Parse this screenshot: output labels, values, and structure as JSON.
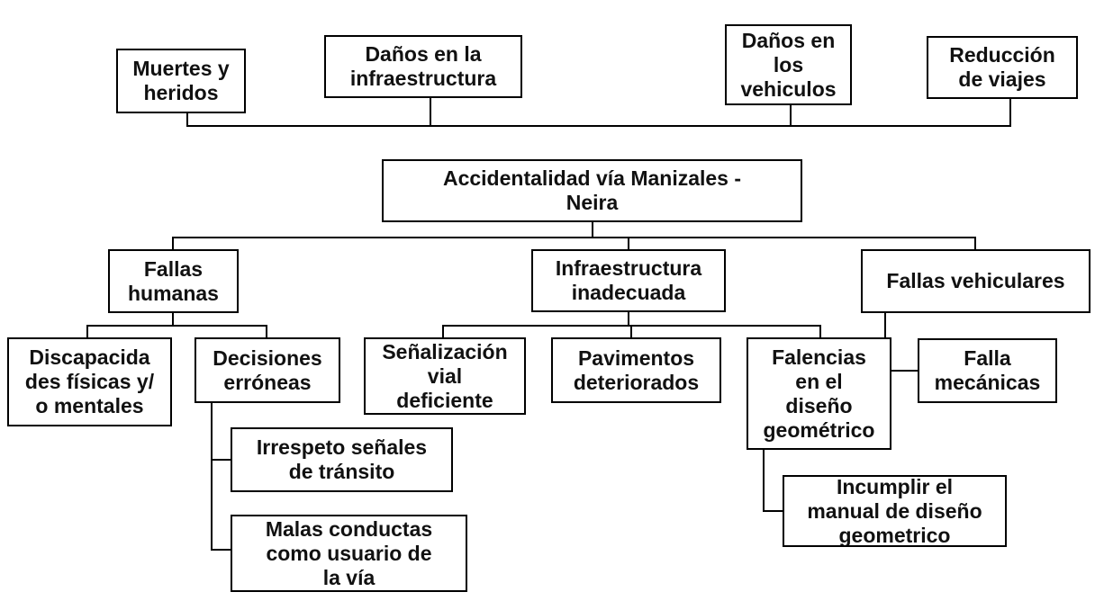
{
  "diagram": {
    "effects": {
      "deaths": "Muertes y\nheridos",
      "infrastructure_damage": "Daños en la\ninfraestructura",
      "vehicle_damage": "Daños en\nlos\nvehiculos",
      "trip_reduction": "Reducción\nde viajes"
    },
    "central_problem": "Accidentalidad vía Manizales -\nNeira",
    "causes": {
      "human": {
        "label": "Fallas\nhumanas",
        "disabilities": "Discapacida\ndes físicas y/\no mentales",
        "wrong_decisions": "Decisiones\nerróneas",
        "disrespect_signals": "Irrespeto señales\nde tránsito",
        "bad_behavior": "Malas conductas\ncomo usuario de\nla vía"
      },
      "infrastructure": {
        "label": "Infraestructura\ninadecuada",
        "signage": "Señalización\nvial\ndeficiente",
        "pavements": "Pavimentos\ndeteriorados",
        "design_flaws": "Falencias\nen el\ndiseño\ngeométrico",
        "manual_noncompliance": "Incumplir el\nmanual de diseño\ngeometrico"
      },
      "vehicle": {
        "label": "Fallas vehiculares",
        "mechanical": "Falla\nmecánicas"
      }
    }
  }
}
